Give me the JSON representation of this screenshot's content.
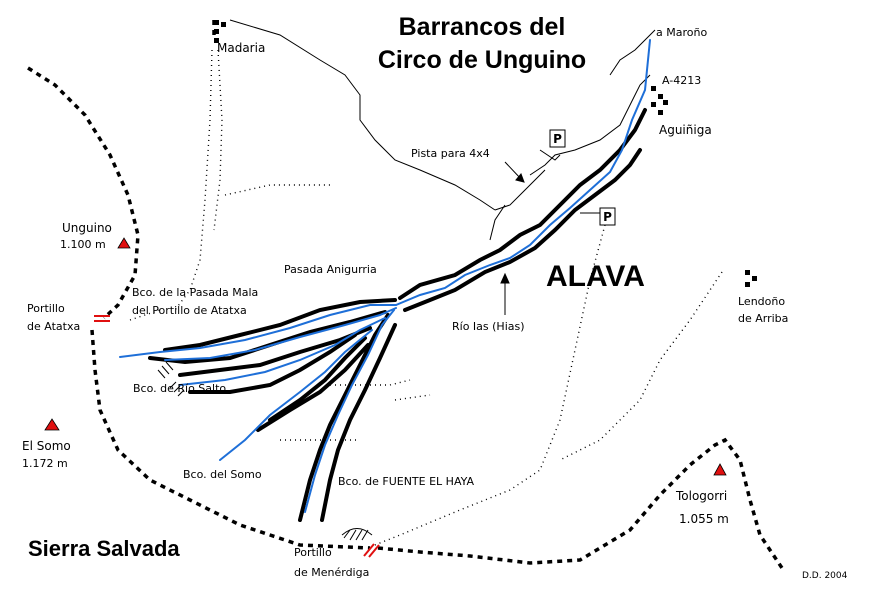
{
  "title": {
    "line1": "Barrancos del",
    "line2": "Circo de Unguino"
  },
  "region": "ALAVA",
  "sierra": "Sierra Salvada",
  "credit": "D.D. 2004",
  "labels": {
    "madaria": "Madaria",
    "maroño": "a Maroño",
    "road": "A-4213",
    "aguiñiga": "Aguiñiga",
    "pista": "Pista para 4x4",
    "parking": "P",
    "pasada_anigurria": "Pasada Anigurria",
    "rio_ias": "Río Ias (Hias)",
    "lendoño_1": "Lendoño",
    "lendoño_2": "de Arriba",
    "unguino_name": "Unguino",
    "unguino_alt": "1.100 m",
    "portillo_atatxa_1": "Portillo",
    "portillo_atatxa_2": "de Atatxa",
    "el_somo_name": "El Somo",
    "el_somo_alt": "1.172 m",
    "bco_pasada_mala_1": "Bco. de la Pasada Mala",
    "bco_pasada_mala_2": "del Portillo de Atatxa",
    "bco_rio_salto": "Bco. de Río Salto",
    "bco_somo": "Bco. del Somo",
    "bco_fuente": "Bco. de FUENTE EL HAYA",
    "tologorri_name": "Tologorri",
    "tologorri_alt": "1.055 m",
    "portillo_menerdiga_1": "Portillo",
    "portillo_menerdiga_2": "de Menérdiga"
  },
  "colors": {
    "river": "#1e6fd8",
    "peak": "#e01010",
    "portillo": "#e01010",
    "ink": "#000000"
  },
  "icons": [
    "peak-icon",
    "village-icon",
    "parking-icon",
    "cliff-icon",
    "portillo-icon"
  ]
}
